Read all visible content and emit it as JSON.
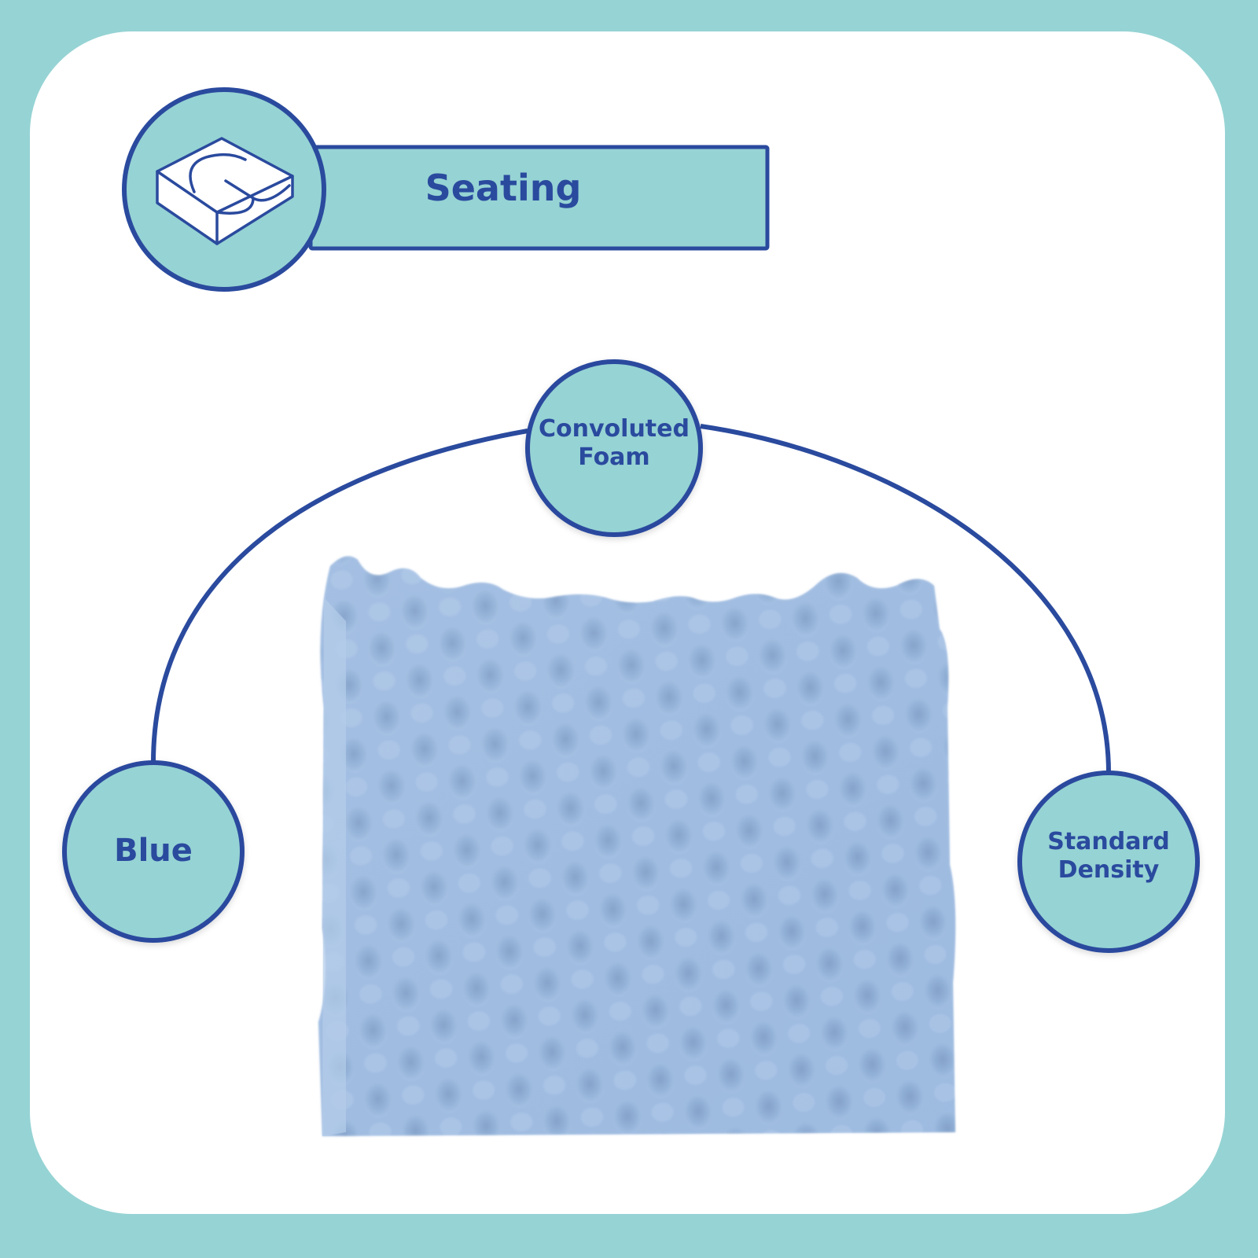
{
  "colors": {
    "background_teal": "#96d3d4",
    "panel_white": "#ffffff",
    "navy_stroke": "#2a4a9e",
    "bubble_fill": "#96d3d4",
    "foam_blue": "#9ab8dd"
  },
  "header": {
    "icon": "seat-cushion-icon",
    "title": "Seating"
  },
  "features": [
    {
      "id": "top",
      "line1": "Convoluted",
      "line2": "Foam"
    },
    {
      "id": "left",
      "line1": "Blue"
    },
    {
      "id": "right",
      "line1": "Standard",
      "line2": "Density"
    }
  ],
  "product_image": {
    "subject": "blue convoluted egg-crate foam cushion"
  }
}
